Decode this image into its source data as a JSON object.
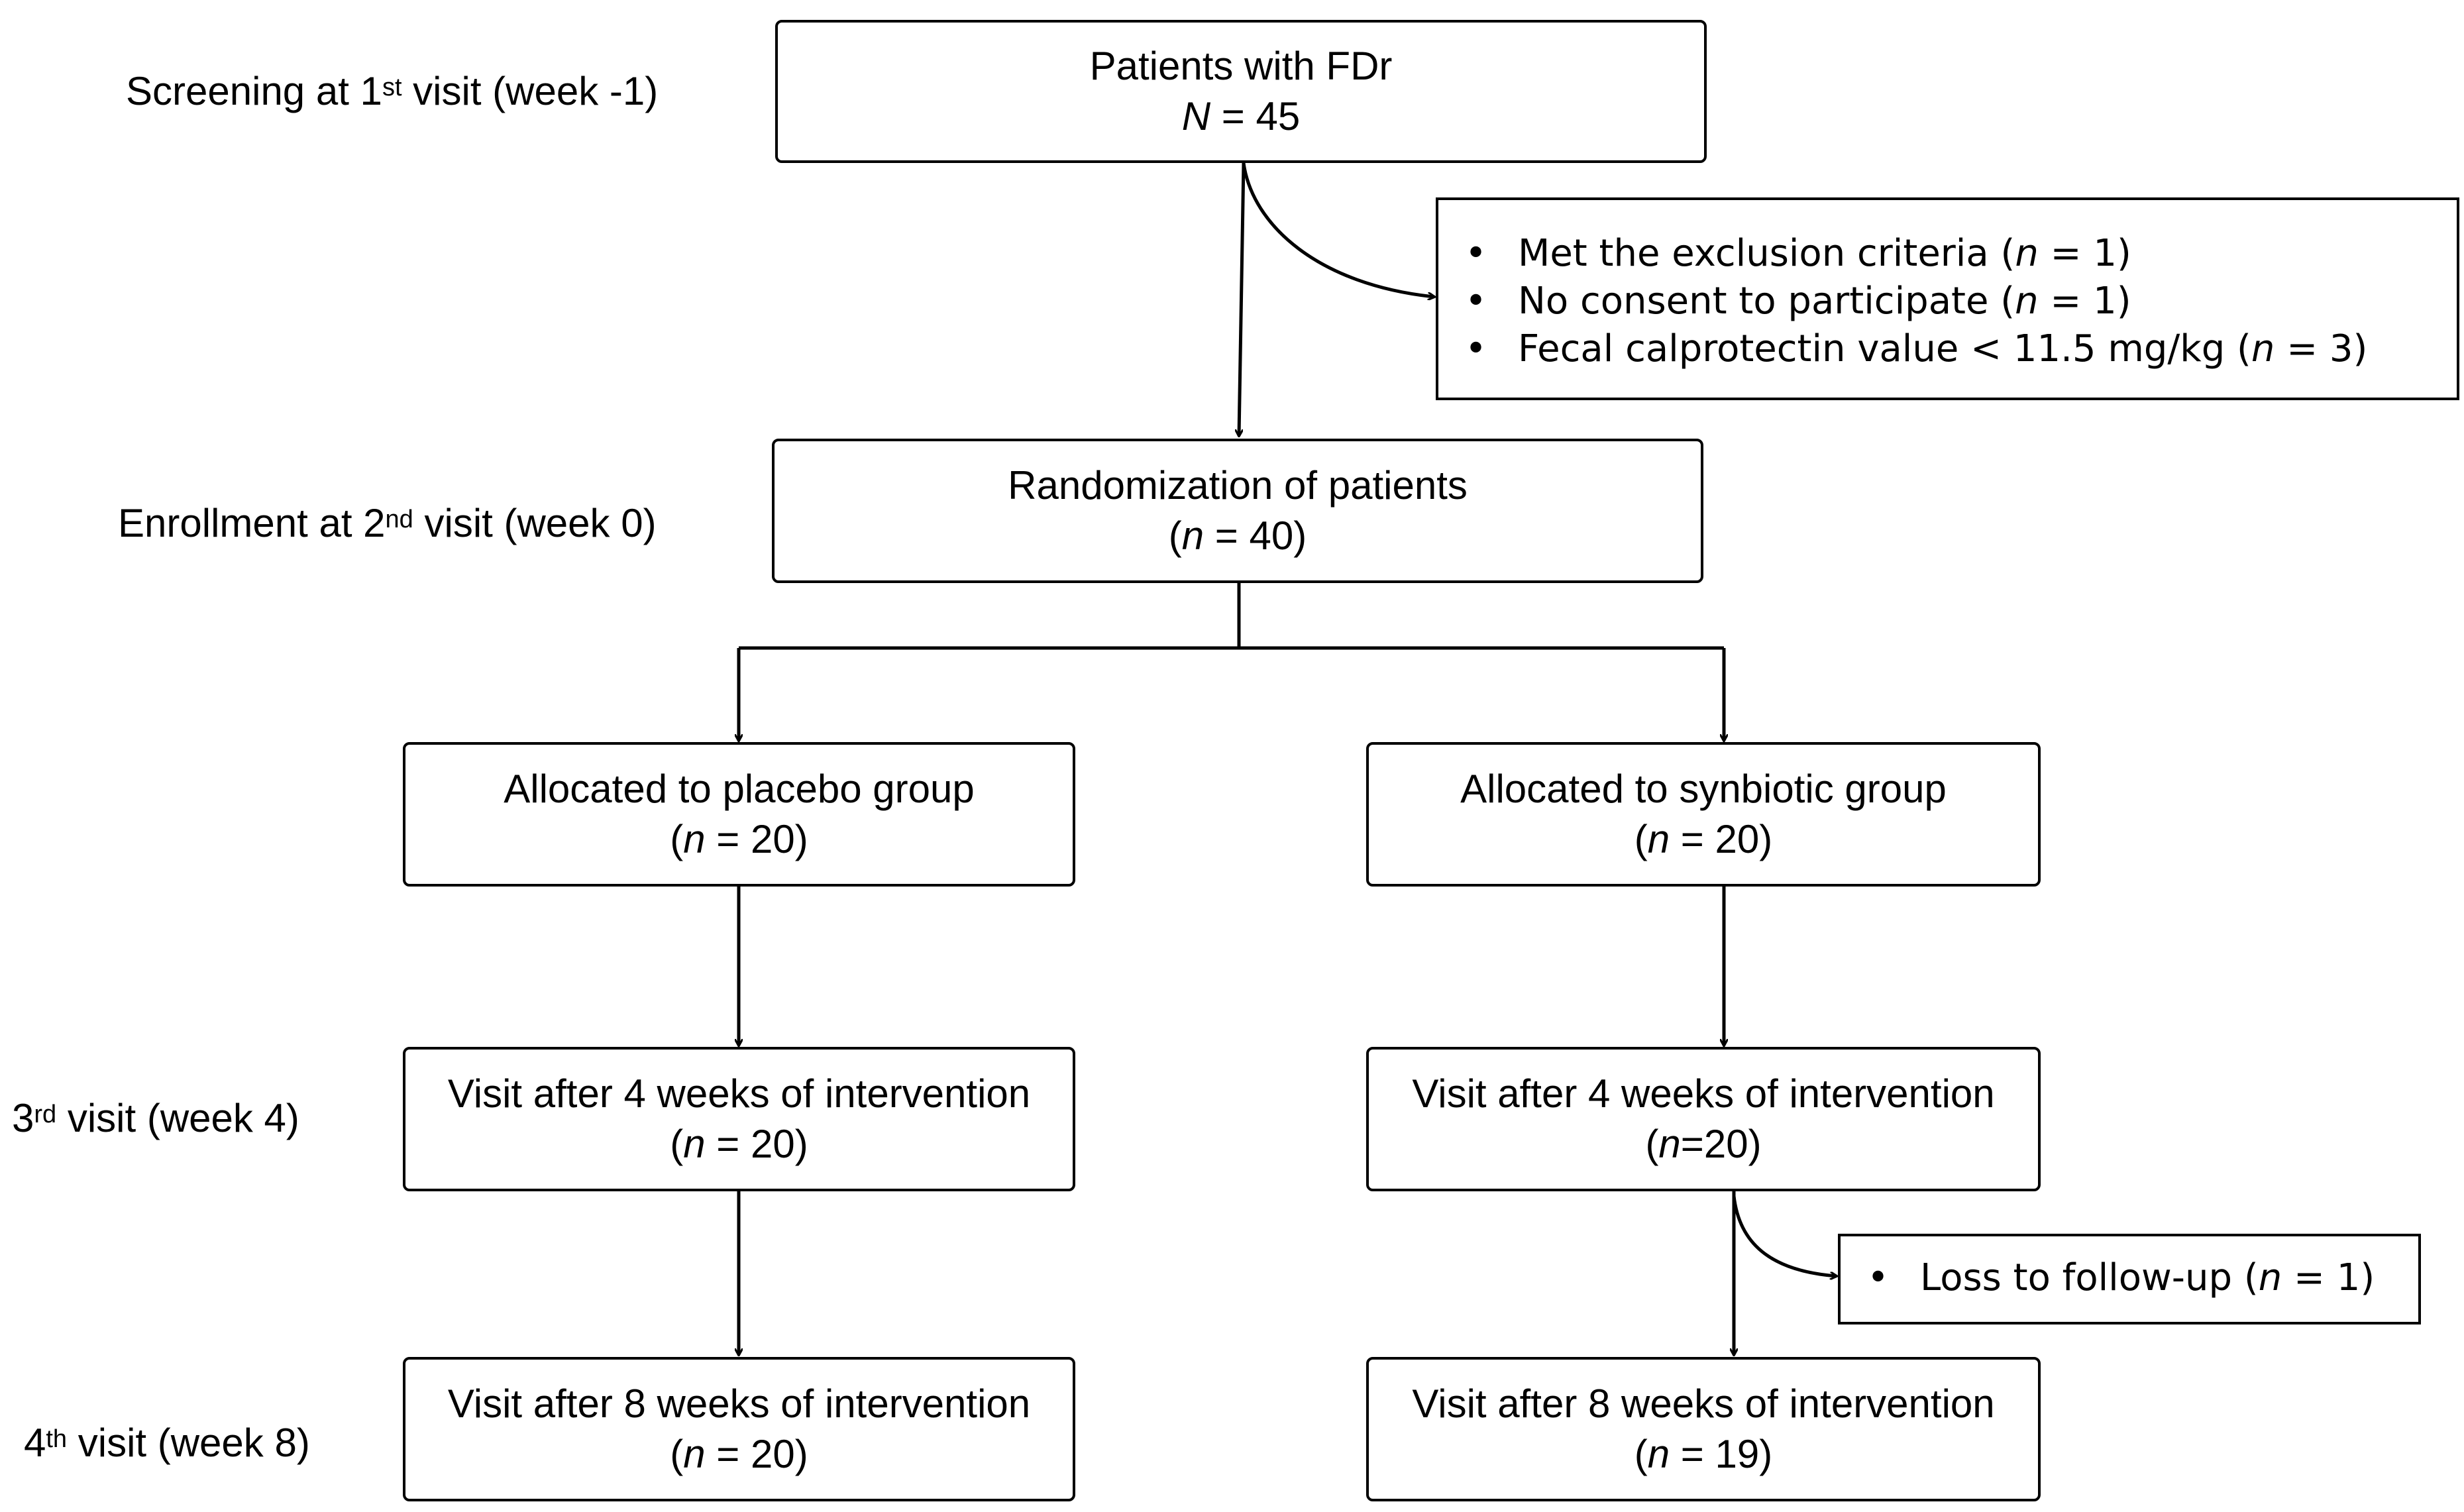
{
  "stages": {
    "screening": {
      "pre": "Screening at 1",
      "sup": "st",
      "post": " visit (week -1)"
    },
    "enrollment": {
      "pre": "Enrollment at 2",
      "sup": "nd",
      "post": " visit (week 0)"
    },
    "visit3": {
      "pre": "3",
      "sup": "rd",
      "post": " visit (week 4)"
    },
    "visit4": {
      "pre": "4",
      "sup": "th",
      "post": " visit (week 8)"
    }
  },
  "boxes": {
    "patients": {
      "title": "Patients with FDr",
      "n_var": "N",
      "n_rest": " = 45"
    },
    "randomization": {
      "title": "Randomization of patients",
      "open": "(",
      "n_var": "n",
      "n_rest": " = 40)"
    },
    "placebo_alloc": {
      "title": "Allocated to placebo group",
      "open": "(",
      "n_var": "n",
      "n_rest": " = 20)"
    },
    "synbiotic_alloc": {
      "title": "Allocated to synbiotic group",
      "open": "(",
      "n_var": "n",
      "n_rest": " = 20)"
    },
    "placebo_w4": {
      "title": "Visit after 4 weeks of intervention",
      "open": "(",
      "n_var": "n",
      "n_rest": " = 20)"
    },
    "synbiotic_w4": {
      "title": "Visit after 4 weeks of intervention",
      "open": "(",
      "n_var": "n",
      "n_rest": "=20)"
    },
    "placebo_w8": {
      "title": "Visit after 8 weeks of intervention",
      "open": "(",
      "n_var": "n",
      "n_rest": " = 20)"
    },
    "synbiotic_w8": {
      "title": "Visit after 8 weeks of intervention",
      "open": "(",
      "n_var": "n",
      "n_rest": " = 19)"
    }
  },
  "exclusions": {
    "items": [
      {
        "text": "Met the exclusion criteria (",
        "n_var": "n",
        "n_rest": " = 1)"
      },
      {
        "text": "No consent to participate (",
        "n_var": "n",
        "n_rest": " = 1)"
      },
      {
        "text": "Fecal calprotectin value < 11.5 mg/kg (",
        "n_var": "n",
        "n_rest": " = 3)"
      }
    ]
  },
  "loss": {
    "items": [
      {
        "text": "Loss to follow-up (",
        "n_var": "n",
        "n_rest": " = 1)"
      }
    ]
  }
}
